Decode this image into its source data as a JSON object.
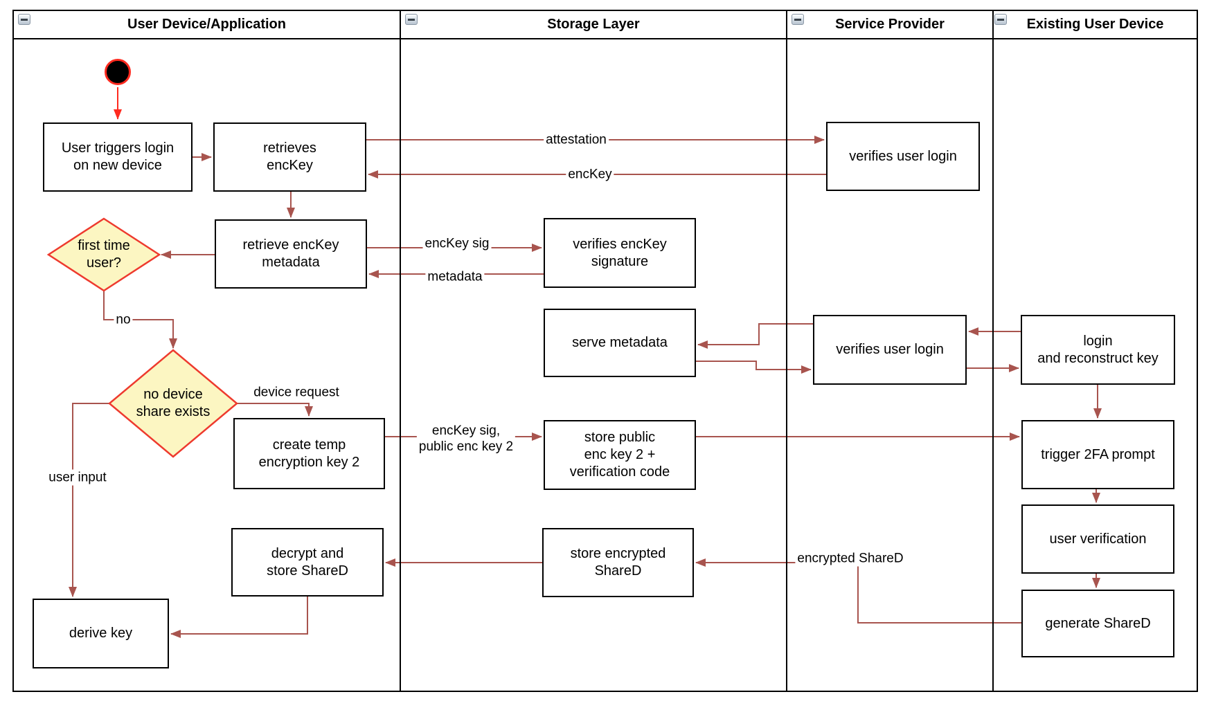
{
  "lanes": [
    {
      "id": "user-device",
      "title": "User Device/Application"
    },
    {
      "id": "storage-layer",
      "title": "Storage Layer"
    },
    {
      "id": "service-provider",
      "title": "Service Provider"
    },
    {
      "id": "existing-device",
      "title": "Existing User Device"
    }
  ],
  "collapse_icon": {
    "name": "collapse-icon",
    "glyph": "minus"
  },
  "nodes": [
    {
      "id": "start",
      "type": "start",
      "label": ""
    },
    {
      "id": "user-triggers-login",
      "type": "box",
      "label": "User triggers login\non new device"
    },
    {
      "id": "retrieves-enckey",
      "type": "box",
      "label": "retrieves\nencKey"
    },
    {
      "id": "retrieve-enckey-metadata",
      "type": "box",
      "label": "retrieve encKey\nmetadata"
    },
    {
      "id": "first-time-user",
      "type": "diamond",
      "label": "first time\nuser?"
    },
    {
      "id": "no-device-share-exists",
      "type": "diamond",
      "label": "no device\nshare exists"
    },
    {
      "id": "create-temp-key",
      "type": "box",
      "label": "create temp\nencryption key 2"
    },
    {
      "id": "decrypt-store-shared",
      "type": "box",
      "label": "decrypt and\nstore ShareD"
    },
    {
      "id": "derive-key",
      "type": "box",
      "label": "derive key"
    },
    {
      "id": "verifies-enckey-signature",
      "type": "box",
      "label": "verifies encKey\nsignature"
    },
    {
      "id": "serve-metadata",
      "type": "box",
      "label": "serve metadata"
    },
    {
      "id": "store-public-key",
      "type": "box",
      "label": "store public\nenc key 2 +\nverification code"
    },
    {
      "id": "store-encrypted-shared",
      "type": "box",
      "label": "store encrypted\nShareD"
    },
    {
      "id": "verifies-user-login-top",
      "type": "box",
      "label": "verifies user login"
    },
    {
      "id": "verifies-user-login-mid",
      "type": "box",
      "label": "verifies user login"
    },
    {
      "id": "login-reconstruct-key",
      "type": "box",
      "label": "login\nand reconstruct key"
    },
    {
      "id": "trigger-2fa-prompt",
      "type": "box",
      "label": "trigger 2FA prompt"
    },
    {
      "id": "user-verification",
      "type": "box",
      "label": "user verification"
    },
    {
      "id": "generate-shared",
      "type": "box",
      "label": "generate ShareD"
    }
  ],
  "edge_labels": [
    {
      "id": "attestation",
      "text": "attestation"
    },
    {
      "id": "enckey",
      "text": "encKey"
    },
    {
      "id": "enckey-sig",
      "text": "encKey sig"
    },
    {
      "id": "metadata",
      "text": "metadata"
    },
    {
      "id": "no",
      "text": "no"
    },
    {
      "id": "device-request",
      "text": "device request"
    },
    {
      "id": "enckey-sig-public",
      "text": "encKey sig,\npublic enc key 2"
    },
    {
      "id": "user-input",
      "text": "user input"
    },
    {
      "id": "encrypted-shared",
      "text": "encrypted ShareD"
    }
  ],
  "colors": {
    "connector": "#a8544e",
    "accent_red": "#ff2a1f",
    "diamond_fill": "#fcf6c2",
    "diamond_border": "#ee3a2e",
    "box_border": "#000000",
    "lane_border": "#000000",
    "background": "#ffffff"
  }
}
